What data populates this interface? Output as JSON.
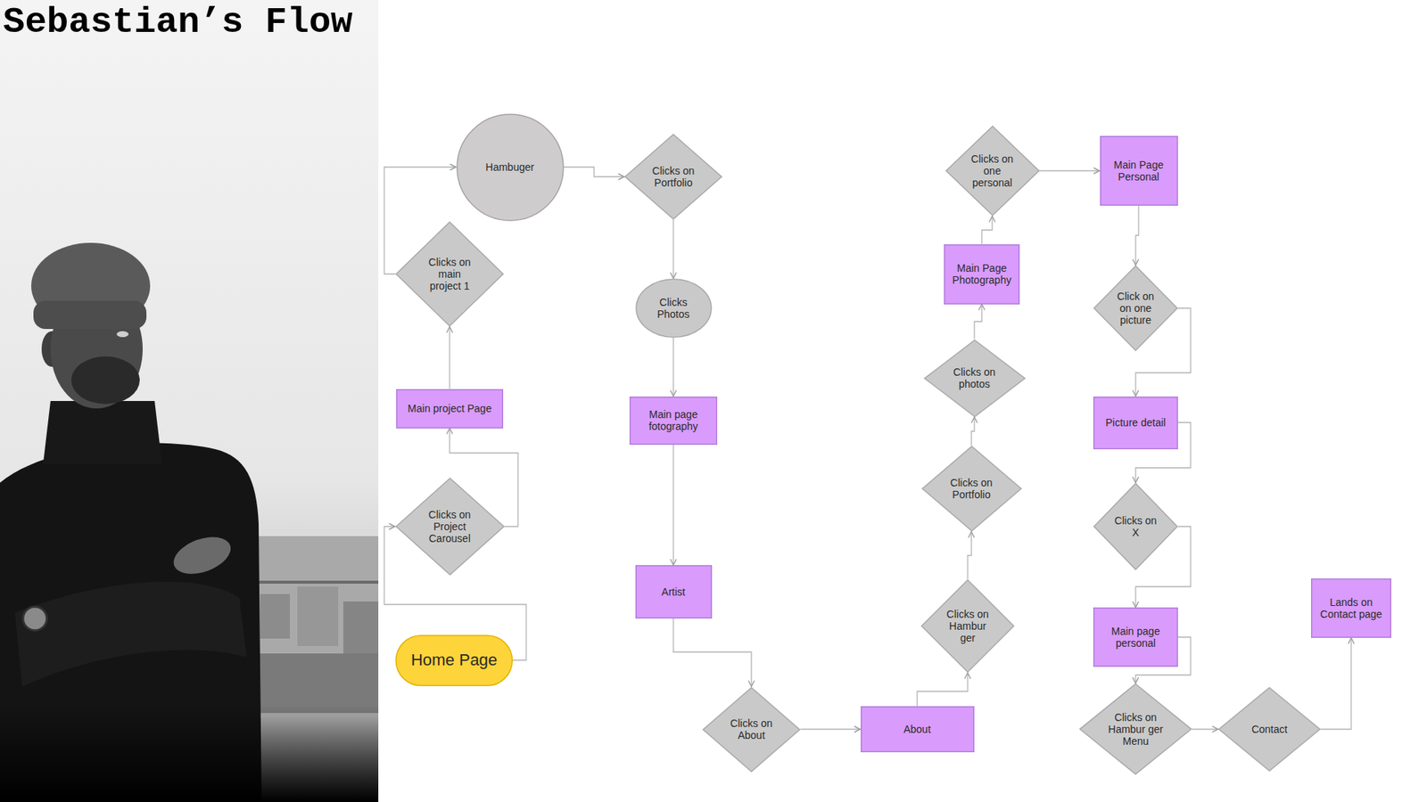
{
  "diagram": {
    "title": "Sebastian’s Flow",
    "nodes": [
      {
        "text": [
          "Home Page"
        ]
      },
      {
        "text": [
          "Clicks on Project Carousel"
        ]
      },
      {
        "text": [
          "Main project Page"
        ]
      },
      {
        "text": [
          "Clicks on main project 1"
        ]
      },
      {
        "text": [
          "Hambuger"
        ]
      },
      {
        "text": [
          "Clicks on Portfolio"
        ]
      },
      {
        "text": [
          "Clicks Photos"
        ]
      },
      {
        "text": [
          "Main page fotography"
        ]
      },
      {
        "text": [
          "Artist"
        ]
      },
      {
        "text": [
          "Clicks on About"
        ]
      },
      {
        "text": [
          "About"
        ]
      },
      {
        "text": [
          "Clicks on Hambur ger"
        ]
      },
      {
        "text": [
          "Clicks on Portfolio"
        ]
      },
      {
        "text": [
          "Clicks on photos"
        ]
      },
      {
        "text": [
          "Main Page Photography"
        ]
      },
      {
        "text": [
          "Clicks on one personal"
        ]
      },
      {
        "text": [
          "Main Page Personal"
        ]
      },
      {
        "text": [
          "Click on on one picture"
        ]
      },
      {
        "text": [
          "Picture detail"
        ]
      },
      {
        "text": [
          "Clicks on X"
        ]
      },
      {
        "text": [
          "Main page personal"
        ]
      },
      {
        "text": [
          "Clicks on Hambur ger Menu"
        ]
      },
      {
        "text": [
          "Contact"
        ]
      },
      {
        "text": [
          "Lands on Contact page"
        ]
      }
    ],
    "edges": [
      {
        "from": 0,
        "to": 1,
        "arrow": "to"
      },
      {
        "from": 1,
        "to": 2,
        "arrow": "to"
      },
      {
        "from": 2,
        "to": 3,
        "arrow": "to"
      },
      {
        "from": 3,
        "to": 4,
        "arrow": "to"
      },
      {
        "from": 4,
        "to": 5,
        "arrow": "to"
      },
      {
        "from": 5,
        "to": 6,
        "arrow": "to"
      },
      {
        "from": 6,
        "to": 7,
        "arrow": "to"
      },
      {
        "from": 7,
        "to": 8,
        "arrow": "to"
      },
      {
        "from": 8,
        "to": 9,
        "arrow": "to"
      },
      {
        "from": 9,
        "to": 10,
        "arrow": "to"
      },
      {
        "from": 10,
        "to": 11,
        "arrow": "to"
      },
      {
        "from": 11,
        "to": 12,
        "arrow": "to"
      },
      {
        "from": 12,
        "to": 13,
        "arrow": "to"
      },
      {
        "from": 13,
        "to": 14,
        "arrow": "to"
      },
      {
        "from": 14,
        "to": 15,
        "arrow": "to"
      },
      {
        "from": 15,
        "to": 16,
        "arrow": "to"
      },
      {
        "from": 16,
        "to": 17,
        "arrow": "to"
      },
      {
        "from": 17,
        "to": 18,
        "arrow": "to"
      },
      {
        "from": 18,
        "to": 19,
        "arrow": "to"
      },
      {
        "from": 19,
        "to": 20,
        "arrow": "to"
      },
      {
        "from": 20,
        "to": 21,
        "arrow": "to"
      },
      {
        "from": 21,
        "to": 22,
        "arrow": "to"
      },
      {
        "from": 22,
        "to": 23,
        "arrow": "to"
      }
    ]
  }
}
